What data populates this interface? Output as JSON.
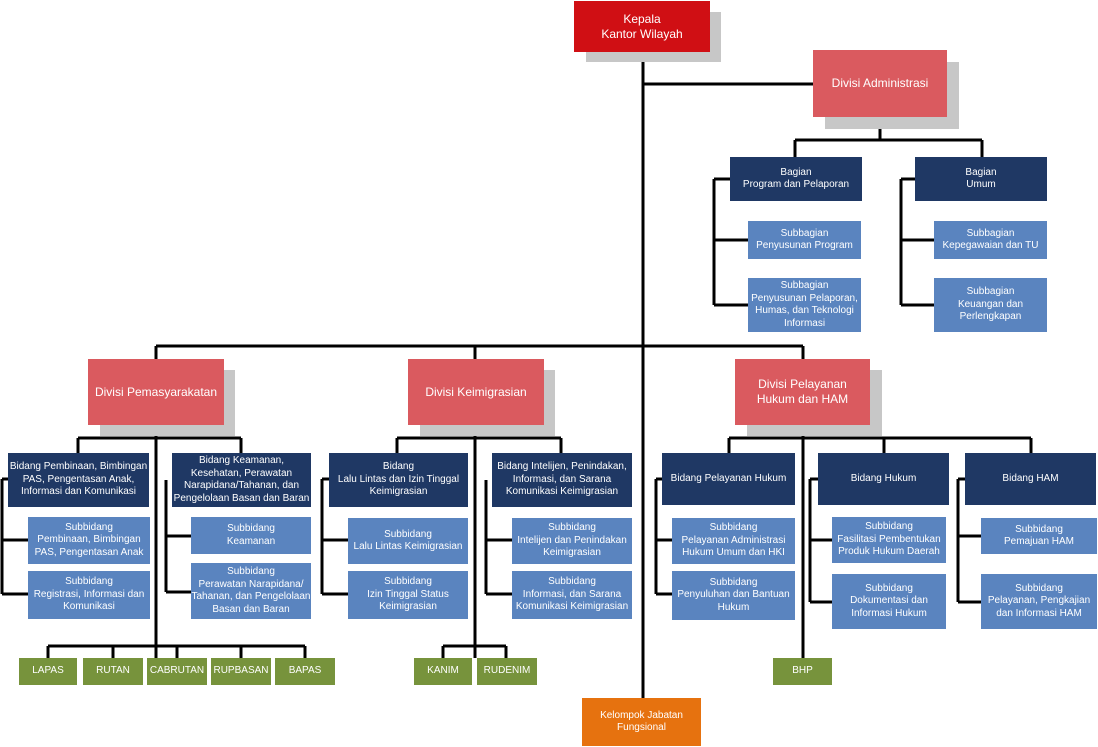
{
  "colors": {
    "head": "#d00f14",
    "division": "#da5a5f",
    "bidang": "#1f3864",
    "subbidang": "#5a84bf",
    "unit": "#77933c",
    "fungsional": "#e6720f",
    "connector": "#000000"
  },
  "head": "Kepala\nKantor Wilayah",
  "administrasi": {
    "title": "Divisi Administrasi",
    "bagian_program": {
      "title": "Bagian\nProgram dan Pelaporan",
      "subs": [
        "Subbagian\nPenyusunan Program",
        "Subbagian\nPenyusunan Pelaporan,\nHumas, dan Teknologi\nInformasi"
      ]
    },
    "bagian_umum": {
      "title": "Bagian\nUmum",
      "subs": [
        "Subbagian\nKepegawaian dan TU",
        "Subbagian\nKeuangan dan\nPerlengkapan"
      ]
    }
  },
  "pemasyarakatan": {
    "title": "Divisi Pemasyarakatan",
    "bidang_pembinaan": {
      "title": "Bidang Pembinaan, Bimbingan\nPAS, Pengentasan Anak,\nInformasi dan Komunikasi",
      "subs": [
        "Subbidang\nPembinaan, Bimbingan\nPAS, Pengentasan Anak",
        "Subbidang\nRegistrasi, Informasi dan\nKomunikasi"
      ]
    },
    "bidang_keamanan": {
      "title": "Bidang Keamanan,\nKesehatan, Perawatan\nNarapidana/Tahanan, dan\nPengelolaan Basan dan Baran",
      "subs": [
        "Subbidang\nKeamanan",
        "Subbidang\nPerawatan Narapidana/\nTahanan, dan Pengelolaan\nBasan dan Baran"
      ]
    },
    "units": [
      "LAPAS",
      "RUTAN",
      "CABRUTAN",
      "RUPBASAN",
      "BAPAS"
    ]
  },
  "keimigrasian": {
    "title": "Divisi Keimigrasian",
    "bidang_lalu_lintas": {
      "title": "Bidang\nLalu Lintas dan Izin Tinggal\nKeimigrasian",
      "subs": [
        "Subbidang\nLalu Lintas Keimigrasian",
        "Subbidang\nIzin Tinggal Status\nKeimigrasian"
      ]
    },
    "bidang_intelijen": {
      "title": "Bidang Intelijen, Penindakan,\nInformasi, dan Sarana\nKomunikasi Keimigrasian",
      "subs": [
        "Subbidang\nIntelijen dan Penindakan\nKeimigrasian",
        "Subbidang\nInformasi, dan Sarana\nKomunikasi Keimigrasian"
      ]
    },
    "units": [
      "KANIM",
      "RUDENIM"
    ]
  },
  "pelayanan_hukum": {
    "title": "Divisi Pelayanan\nHukum dan HAM",
    "bidang_pelayanan": {
      "title": "Bidang Pelayanan Hukum",
      "subs": [
        "Subbidang\nPelayanan Administrasi\nHukum Umum dan HKI",
        "Subbidang\nPenyuluhan dan Bantuan\nHukum"
      ]
    },
    "bidang_hukum": {
      "title": "Bidang Hukum",
      "subs": [
        "Subbidang\nFasilitasi Pembentukan\nProduk Hukum Daerah",
        "Subbidang\nDokumentasi dan\nInformasi Hukum"
      ]
    },
    "bidang_ham": {
      "title": "Bidang HAM",
      "subs": [
        "Subbidang\nPemajuan HAM",
        "Subbidang\nPelayanan, Pengkajian\ndan Informasi HAM"
      ]
    },
    "units": [
      "BHP"
    ]
  },
  "fungsional": "Kelompok Jabatan\nFungsional"
}
